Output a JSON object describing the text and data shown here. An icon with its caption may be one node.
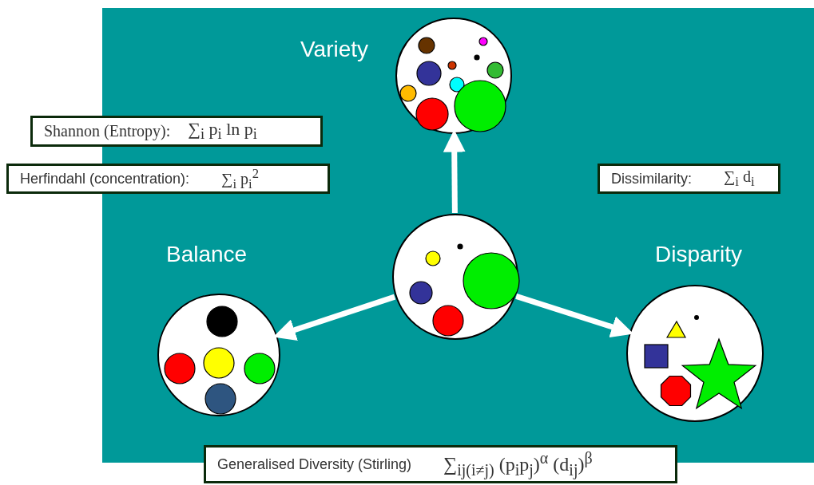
{
  "diagram": {
    "nodes": [
      {
        "text": [
          "Variety"
        ]
      },
      {
        "text": [
          "Shannon (Entropy):",
          "∑$_{i}$ p$_{i}$ ln p$_{i}$"
        ]
      },
      {
        "text": [
          "Herfindahl (concentration):",
          "∑$_{i}$ p$_{i}$$^{2}$"
        ]
      },
      {
        "text": [
          "Dissimilarity:",
          "∑$_{i}$ d$_{i}$"
        ]
      },
      {
        "text": [
          "Balance"
        ]
      },
      {
        "text": [],
        "shape": "circle"
      },
      {
        "text": [
          "Disparity"
        ]
      },
      {
        "text": [
          "Generalised Diversity (Stirling)",
          "∑$_{ij(i≠j)}$ (p$_{i}$p$_{j}$)$^{α}$ (d$_{ij}$)$^{β}$"
        ]
      }
    ],
    "edges": [
      {
        "from": 5,
        "to": 0,
        "arrow": "to"
      },
      {
        "from": 5,
        "to": 4,
        "arrow": "to"
      },
      {
        "from": 5,
        "to": 6,
        "arrow": "to"
      }
    ]
  }
}
